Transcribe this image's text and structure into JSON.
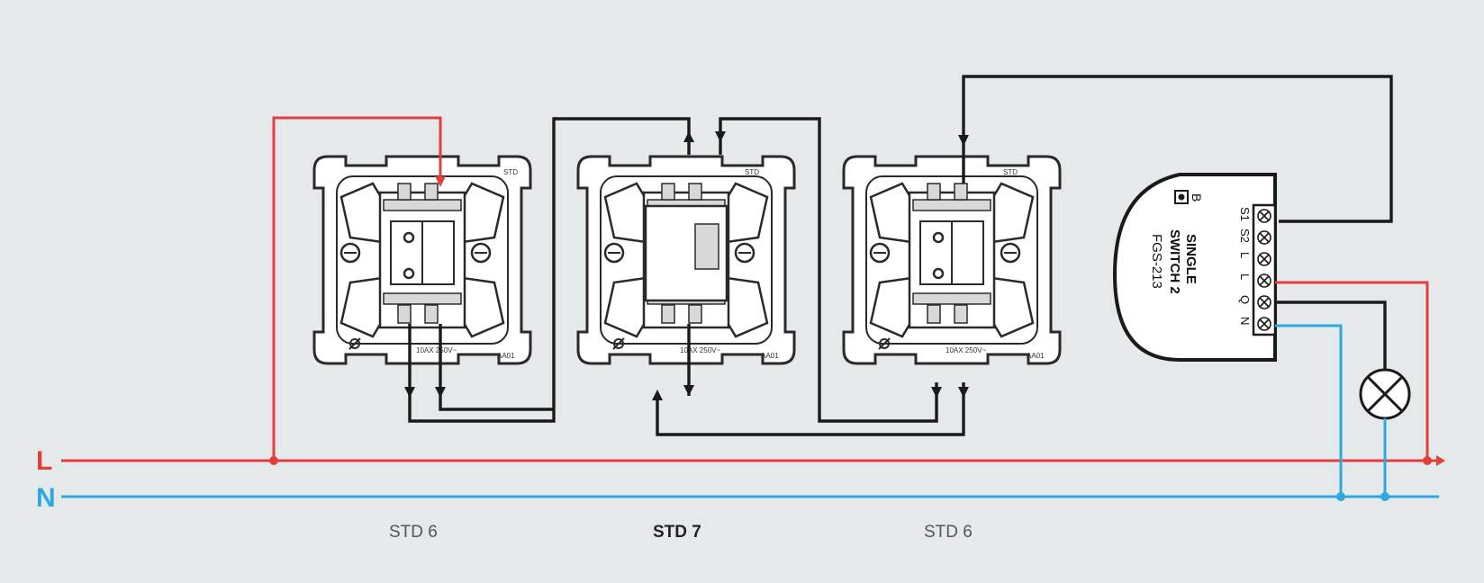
{
  "rails": {
    "live_label": "L",
    "neutral_label": "N",
    "live_color": "#e0403c",
    "neutral_color": "#2ea8e0"
  },
  "switches": [
    {
      "label": "STD 6",
      "rating": "10AX  250V~",
      "mark": "STD",
      "code": "AA01"
    },
    {
      "label": "STD 7",
      "rating": "10AX  250V~",
      "mark": "STD",
      "code": "AA01"
    },
    {
      "label": "STD 6",
      "rating": "10AX  250V~",
      "mark": "STD",
      "code": "AA01"
    }
  ],
  "module": {
    "line1": "SINGLE",
    "line2": "SWITCH 2",
    "model": "FGS-213",
    "button": "B",
    "terminals": [
      "S1",
      "S2",
      "L",
      "L",
      "Q",
      "N"
    ]
  },
  "lamp": {
    "icon": "lamp-icon"
  }
}
